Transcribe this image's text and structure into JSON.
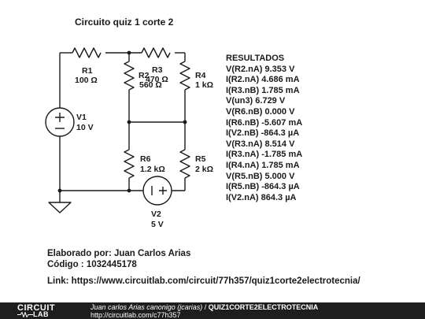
{
  "title": "Circuito quiz 1 corte 2",
  "components": {
    "r1": {
      "name": "R1",
      "value": "100 Ω"
    },
    "r2": {
      "name": "R2",
      "value": "560 Ω"
    },
    "r3": {
      "name": "R3",
      "value": "470 Ω"
    },
    "r4": {
      "name": "R4",
      "value": "1 kΩ"
    },
    "r5": {
      "name": "R5",
      "value": "2 kΩ"
    },
    "r6": {
      "name": "R6",
      "value": "1.2 kΩ"
    },
    "v1": {
      "name": "V1",
      "value": "10 V"
    },
    "v2": {
      "name": "V2",
      "value": "5 V"
    }
  },
  "results": {
    "heading": "RESULTADOS",
    "lines": [
      "V(R2.nA) 9.353 V",
      "I(R2.nA) 4.686 mA",
      "I(R3.nB) 1.785 mA",
      "V(un3) 6.729 V",
      "V(R6.nB) 0.000 V",
      "I(R6.nB) -5.607 mA",
      "I(V2.nB) -864.3 µA",
      "V(R3.nA) 8.514 V",
      "I(R3.nA) -1.785 mA",
      "I(R4.nA) 1.785 mA",
      "V(R5.nB) 5.000 V",
      "I(R5.nB) -864.3 µA",
      "I(V2.nA) 864.3 µA"
    ]
  },
  "author": {
    "elaborado": "Elaborado por: Juan Carlos Arias",
    "codigo": "Código : 1032445178",
    "link": "Link: https://www.circuitlab.com/circuit/77h357/quiz1corte2electrotecnia/"
  },
  "footer": {
    "logo_top": "CIRCUIT",
    "logo_bottom": "LAB",
    "user": "Juan carlos Arias canonigo (jcarias)",
    "separator": " / ",
    "circuit_name": "QUIZ1CORTE2ELECTROTECNIA",
    "url": "http://circuitlab.com/c77h357"
  }
}
